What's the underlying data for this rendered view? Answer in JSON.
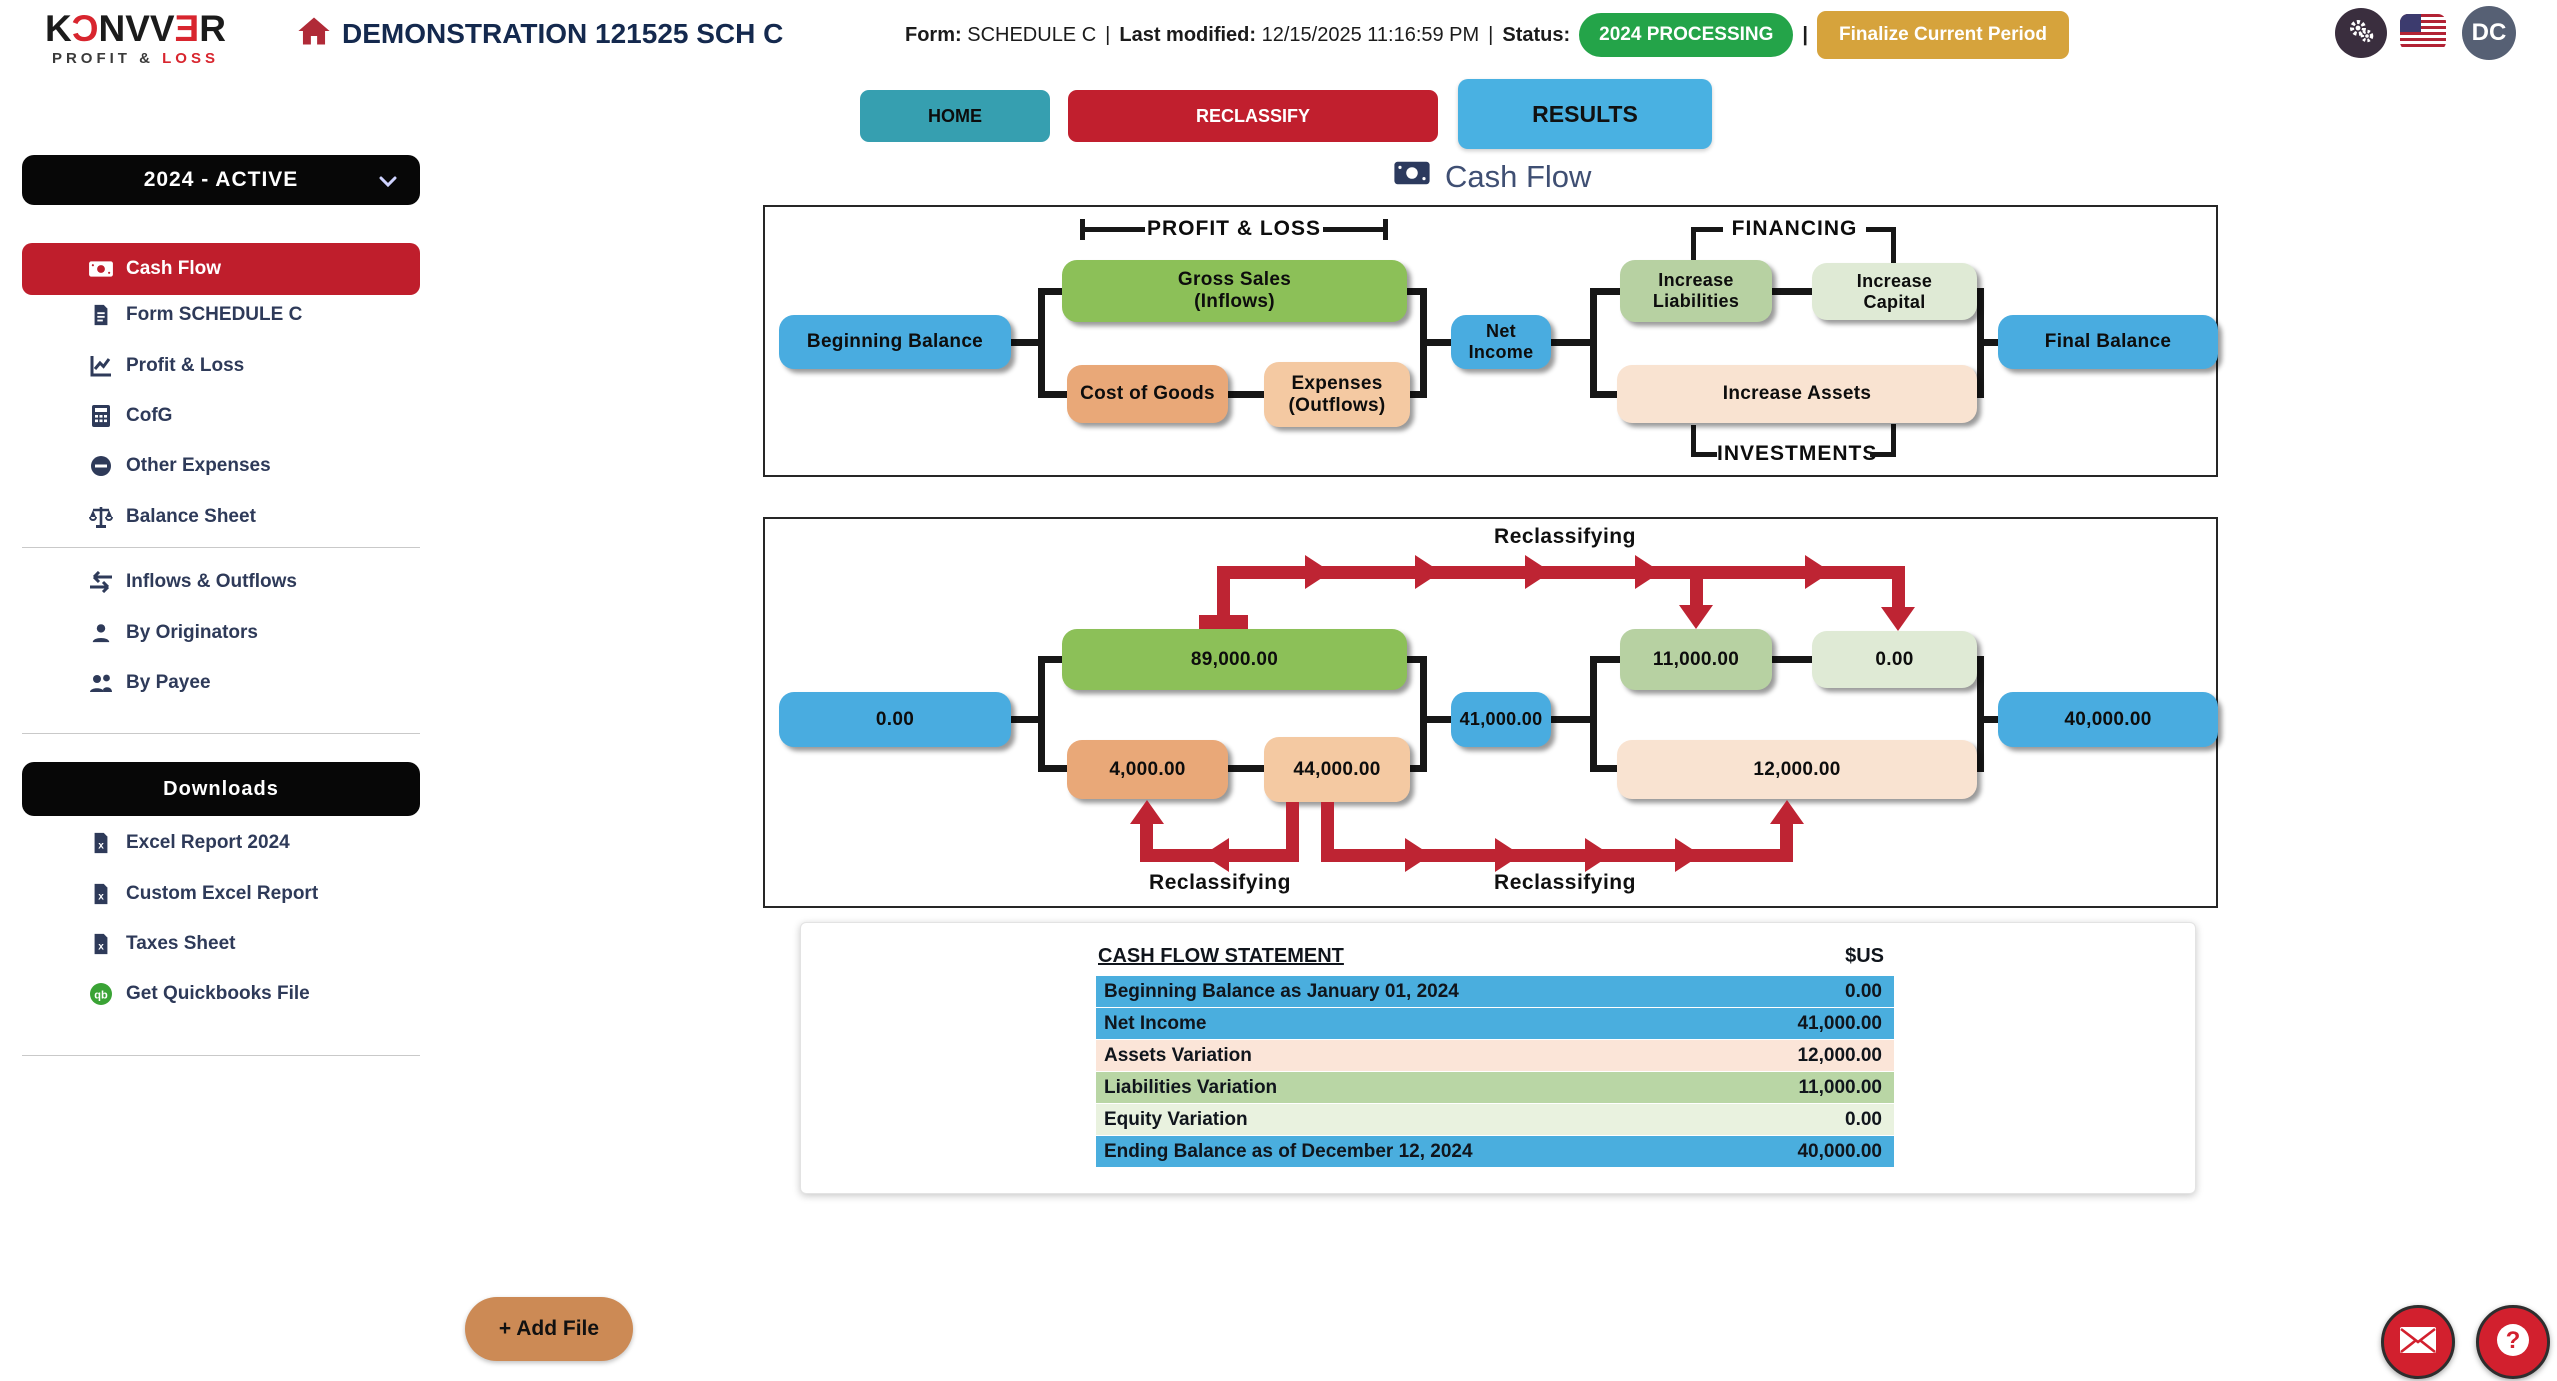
{
  "header": {
    "logo_k": "K",
    "logo_o": "Ɔ",
    "logo_nvv": "NVV",
    "logo_e": "Ǝ",
    "logo_r": "R",
    "logo_sub_dark": "PROFIT & ",
    "logo_sub_red": "LOSS",
    "title": "DEMONSTRATION 121525 SCH C",
    "form_label": "Form:",
    "form_value": "SCHEDULE C",
    "sep": "|",
    "modified_label": "Last modified:",
    "modified_value": "12/15/2025 11:16:59 PM",
    "status_label": "Status:",
    "status_badge": "2024 PROCESSING",
    "finalize_button": "Finalize Current Period",
    "avatar_initials": "DC"
  },
  "tabs": {
    "home": "HOME",
    "reclassify": "RECLASSIFY",
    "results": "RESULTS"
  },
  "sidebar": {
    "period_selector": "2024 - ACTIVE",
    "items": [
      {
        "icon": "money-bill-icon",
        "label": "Cash Flow"
      },
      {
        "icon": "document-icon",
        "label": "Form SCHEDULE C"
      },
      {
        "icon": "chart-line-icon",
        "label": "Profit & Loss"
      },
      {
        "icon": "calculator-icon",
        "label": "CofG"
      },
      {
        "icon": "minus-circle-icon",
        "label": "Other Expenses"
      },
      {
        "icon": "scales-icon",
        "label": "Balance Sheet"
      },
      {
        "icon": "swap-arrows-icon",
        "label": "Inflows & Outflows"
      },
      {
        "icon": "person-icon",
        "label": "By Originators"
      },
      {
        "icon": "people-icon",
        "label": "By Payee"
      }
    ],
    "downloads_header": "Downloads",
    "downloads": [
      {
        "icon": "excel-file-icon",
        "label": "Excel Report 2024"
      },
      {
        "icon": "excel-file-icon",
        "label": "Custom Excel Report"
      },
      {
        "icon": "excel-file-icon",
        "label": "Taxes Sheet"
      },
      {
        "icon": "quickbooks-icon",
        "label": "Get Quickbooks File"
      }
    ]
  },
  "main": {
    "page_title": "Cash Flow",
    "diagram_template": {
      "bracket_profit_loss": "PROFIT & LOSS",
      "bracket_financing": "FINANCING",
      "bracket_investments": "INVESTMENTS",
      "beginning": "Beginning Balance",
      "gross_line1": "Gross Sales",
      "gross_line2": "(Inflows)",
      "cost": "Cost of Goods",
      "expenses_line1": "Expenses",
      "expenses_line2": "(Outflows)",
      "net": "Net Income",
      "liabilities_line1": "Increase",
      "liabilities_line2": "Liabilities",
      "capital_line1": "Increase",
      "capital_line2": "Capital",
      "assets": "Increase Assets",
      "final": "Final Balance"
    },
    "diagram_values": {
      "label_top": "Reclassifying",
      "label_bottom_left": "Reclassifying",
      "label_bottom_right": "Reclassifying",
      "beginning": "0.00",
      "gross": "89,000.00",
      "cost": "4,000.00",
      "expenses": "44,000.00",
      "net": "41,000.00",
      "liabilities": "11,000.00",
      "capital": "0.00",
      "assets": "12,000.00",
      "final": "40,000.00"
    },
    "statement": {
      "title": "CASH FLOW STATEMENT",
      "currency": "$US",
      "rows": [
        {
          "label": "Beginning Balance as January 01, 2024",
          "value": "0.00"
        },
        {
          "label": "Net Income",
          "value": "41,000.00"
        },
        {
          "label": "Assets Variation",
          "value": "12,000.00"
        },
        {
          "label": "Liabilities Variation",
          "value": "11,000.00"
        },
        {
          "label": "Equity Variation",
          "value": "0.00"
        },
        {
          "label": "Ending Balance as of December 12, 2024",
          "value": "40,000.00"
        }
      ]
    },
    "add_file_button": "+ Add File"
  },
  "colors": {
    "accent_red": "#bf1e2c",
    "status_green": "#24a449",
    "finalize_gold": "#d6a33c",
    "tab_teal": "#369fb0",
    "tab_blue": "#49b1e2",
    "box_blue": "#49ace0",
    "box_green": "#8cc058",
    "box_orange": "#e9a878",
    "box_light_orange": "#f4c9a2",
    "box_medium_green": "#b7d1a2",
    "box_pale_green": "#dfead5",
    "box_pale_orange": "#f9e3d1",
    "arrow_red": "#be2433"
  }
}
